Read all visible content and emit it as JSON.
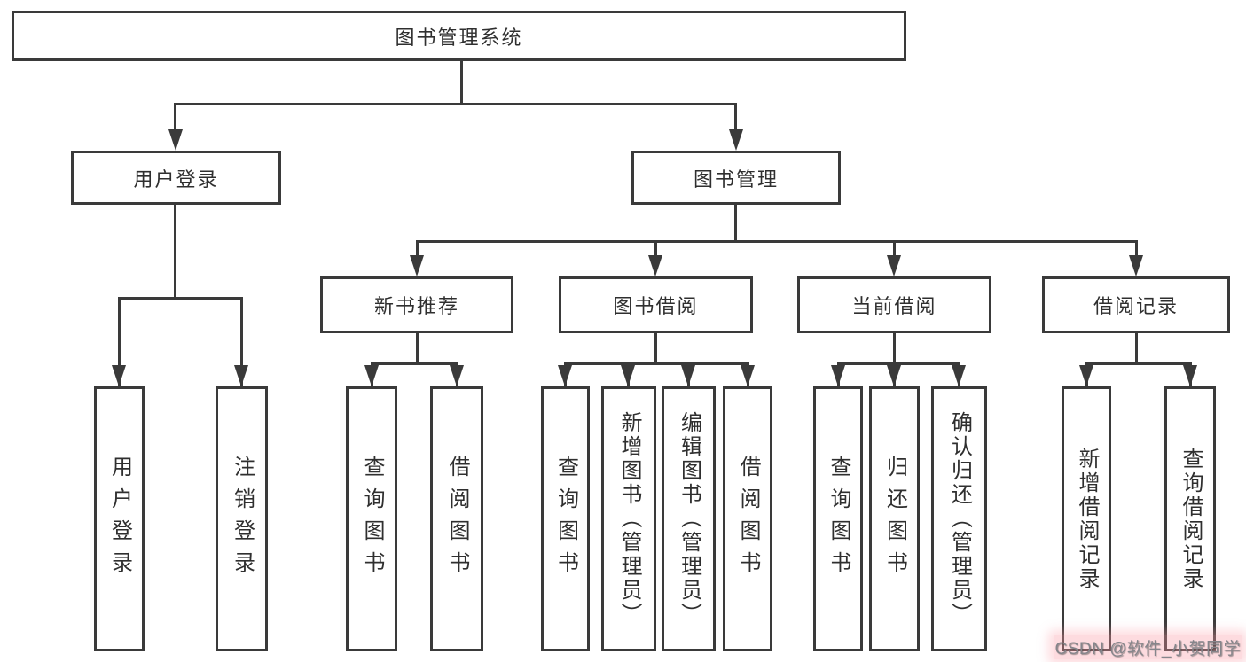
{
  "diagram": {
    "title": "图书管理系统",
    "branches": {
      "user_login": {
        "label": "用户登录",
        "children": [
          "用户登录",
          "注销登录"
        ]
      },
      "book_management": {
        "label": "图书管理",
        "sections": {
          "new_books": {
            "label": "新书推荐",
            "children": [
              "查询图书",
              "借阅图书"
            ]
          },
          "book_borrowing": {
            "label": "图书借阅",
            "children": [
              "查询图书",
              "新增图书（管理员）",
              "编辑图书（管理员）",
              "借阅图书"
            ]
          },
          "current_borrowing": {
            "label": "当前借阅",
            "children": [
              "查询图书",
              "归还图书",
              "确认归还（管理员）"
            ]
          },
          "borrowing_records": {
            "label": "借阅记录",
            "children": [
              "新增借阅记录",
              "查询借阅记录"
            ]
          }
        }
      }
    },
    "watermark": "CSDN @软件_小贺同学"
  }
}
